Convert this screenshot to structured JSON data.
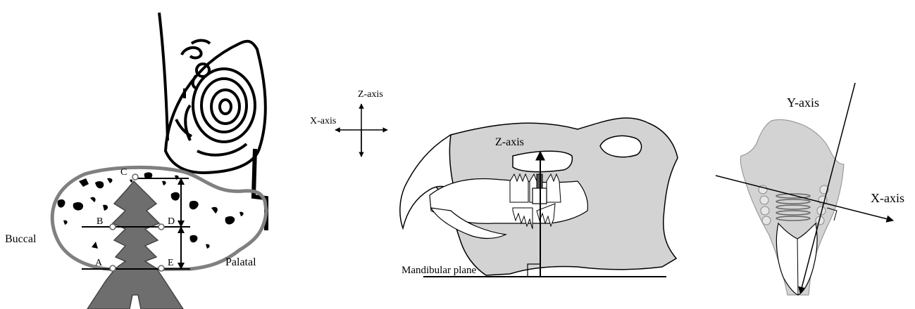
{
  "panel_a": {
    "side_labels": {
      "buccal": "Buccal",
      "palatal": "Palatal"
    },
    "points": {
      "a": "A",
      "b": "B",
      "c": "C",
      "d": "D",
      "e": "E"
    }
  },
  "panel_b": {
    "legend": {
      "z_axis": "Z-axis",
      "x_axis": "X-axis"
    },
    "skull_axis": "Z-axis",
    "mandibular_plane": "Mandibular plane"
  },
  "panel_c": {
    "y_axis": "Y-axis",
    "x_axis": "X-axis"
  },
  "colors": {
    "bone": "#7a7a7a",
    "skull_fill": "#d3d3d3",
    "line": "#000000"
  }
}
